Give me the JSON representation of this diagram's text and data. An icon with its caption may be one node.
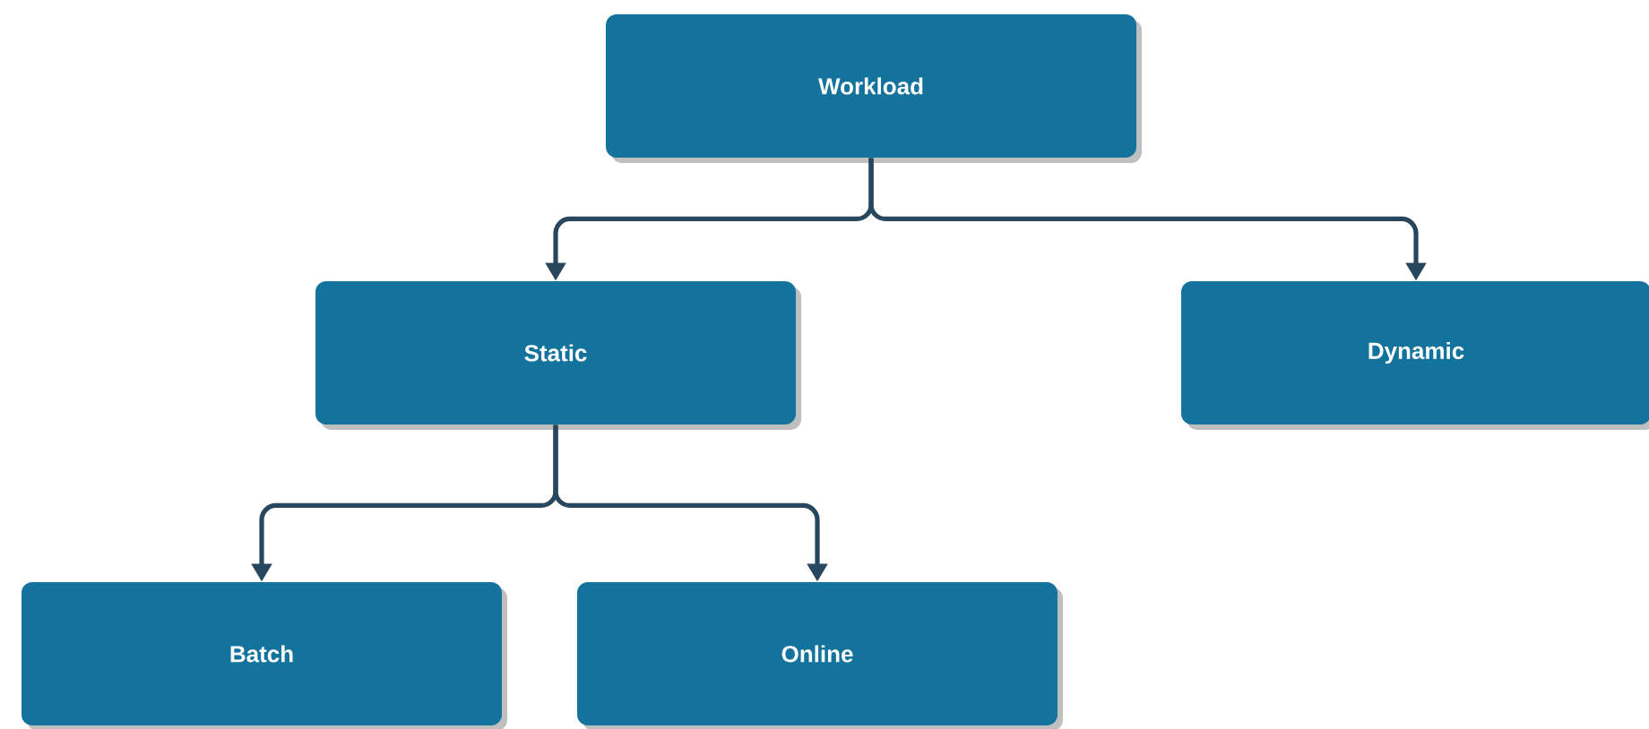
{
  "diagram": {
    "nodes": [
      {
        "text": [
          "Workload"
        ]
      },
      {
        "text": [
          "Static"
        ]
      },
      {
        "text": [
          "Dynamic"
        ]
      },
      {
        "text": [
          "Batch"
        ]
      },
      {
        "text": [
          "Online"
        ]
      }
    ],
    "edges": [
      {
        "from": 0,
        "to": 1,
        "arrow": "to"
      },
      {
        "from": 0,
        "to": 2,
        "arrow": "to"
      },
      {
        "from": 1,
        "to": 3,
        "arrow": "to"
      },
      {
        "from": 1,
        "to": 4,
        "arrow": "to"
      }
    ]
  }
}
